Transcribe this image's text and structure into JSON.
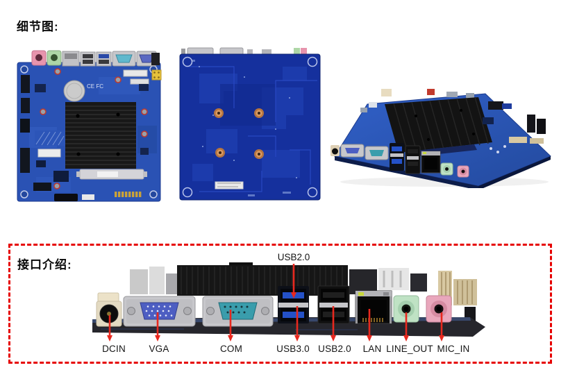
{
  "sections": {
    "details": {
      "title": "细节图:"
    },
    "interfaces": {
      "title": "接口介绍:"
    }
  },
  "detail_images": {
    "front": {
      "cert_marks": "CE FC"
    }
  },
  "io_panel": {
    "top_label": "USB2.0",
    "labels": [
      "DCIN",
      "VGA",
      "COM",
      "USB3.0",
      "USB2.0",
      "LAN",
      "LINE_OUT",
      "MIC_IN"
    ]
  },
  "colors": {
    "accent_red": "#e60000",
    "arrow_red": "#e8281e",
    "pcb_blue_front": "#2a52b4",
    "pcb_blue_back": "#15309d",
    "heatsink_black": "#161616",
    "vga_blue": "#4d5ec2",
    "com_teal": "#3a9dac",
    "usb3_blue": "#2451c8",
    "line_out_green": "#bfe2c4",
    "mic_in_pink": "#e9a7bc",
    "dc_cream": "#e3dac2"
  }
}
